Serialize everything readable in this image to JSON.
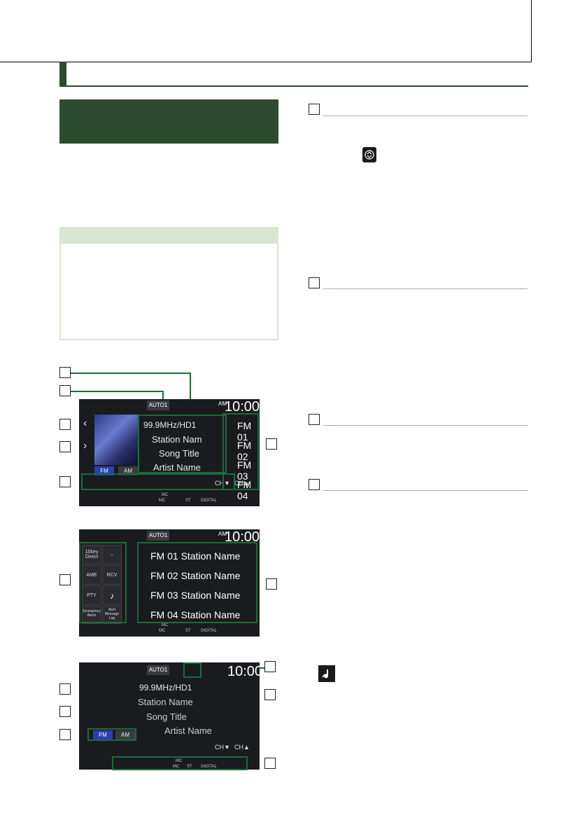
{
  "screen1": {
    "badge": "AUTO1",
    "clock_am": "AM",
    "clock": "10:00",
    "frequency": "99.9MHz/HD1",
    "station": "Station Nam",
    "song": "Song Title",
    "artist": "Artist Name",
    "band_fm": "FM",
    "band_am": "AM",
    "presets": [
      "FM 01",
      "FM 02",
      "FM 03",
      "FM 04"
    ],
    "controls": [
      "CH▼",
      "CH▲"
    ],
    "status": [
      "MC",
      "MC",
      "ST",
      "DIGITAL"
    ]
  },
  "screen2": {
    "badge": "AUTO1",
    "clock_am": "AM",
    "clock": "10:00",
    "keys": [
      "10key Direct",
      "–",
      "AME",
      "RCV",
      "PTY",
      "Emergency Alerts",
      "Alert Message Log"
    ],
    "presets": [
      {
        "num": "FM 01",
        "name": "Station Name"
      },
      {
        "num": "FM 02",
        "name": "Station Name"
      },
      {
        "num": "FM 03",
        "name": "Station Name"
      },
      {
        "num": "FM 04",
        "name": "Station Name"
      }
    ],
    "status": [
      "MC",
      "MC",
      "ST",
      "DIGITAL"
    ]
  },
  "screen3": {
    "badge": "AUTO1",
    "clock": "10:00",
    "frequency": "99.9MHz/HD1",
    "station": "Station Name",
    "song": "Song Title",
    "artist": "Artist Name",
    "band_fm": "FM",
    "band_am": "AM",
    "controls": [
      "CH▼",
      "CH▲"
    ],
    "status": [
      "MC",
      "MC",
      "ST",
      "DIGITAL"
    ]
  },
  "colors": {
    "accent": "#2d4b2e",
    "callout": "#1c6b3a",
    "note_bg": "#d8e6cf",
    "fm_button": "#2a3fb0"
  }
}
